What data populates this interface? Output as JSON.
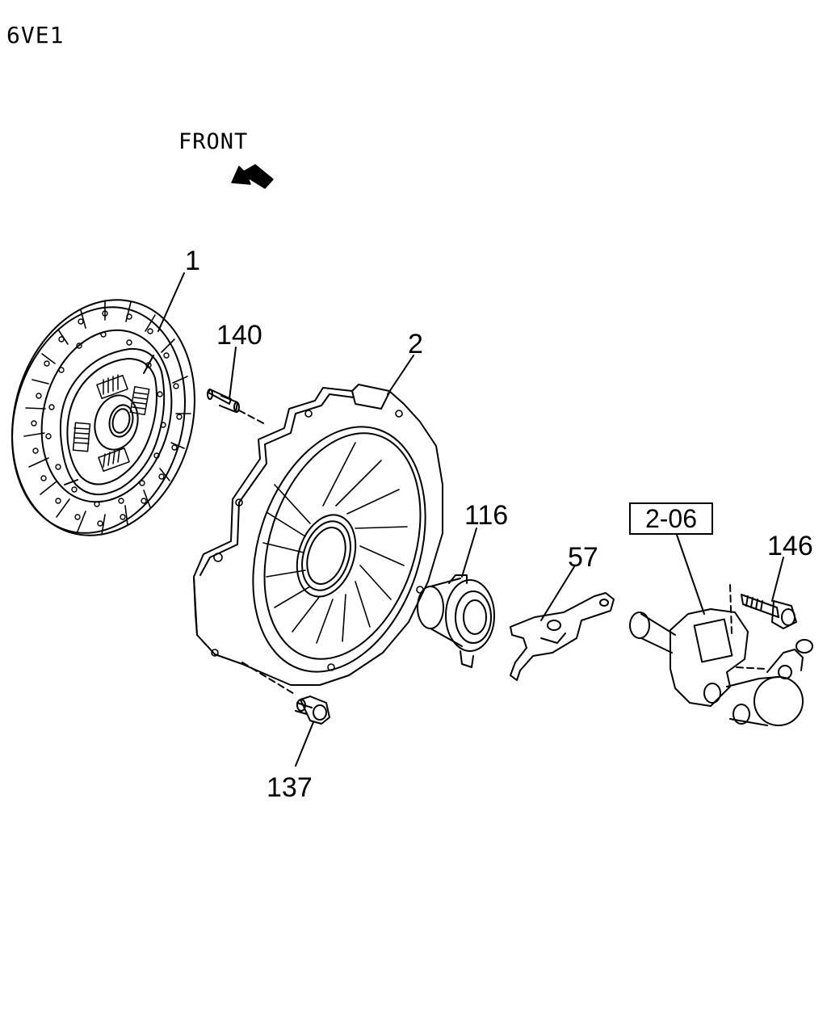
{
  "header": {
    "code": "6VE1"
  },
  "orientation": {
    "label": "FRONT"
  },
  "callouts": {
    "clutch_disc": "1",
    "dowel_pin": "140",
    "pressure_plate": "2",
    "release_bearing": "116",
    "release_fork": "57",
    "ref_box": "2-06",
    "bolt_right": "146",
    "bolt_bottom": "137"
  }
}
